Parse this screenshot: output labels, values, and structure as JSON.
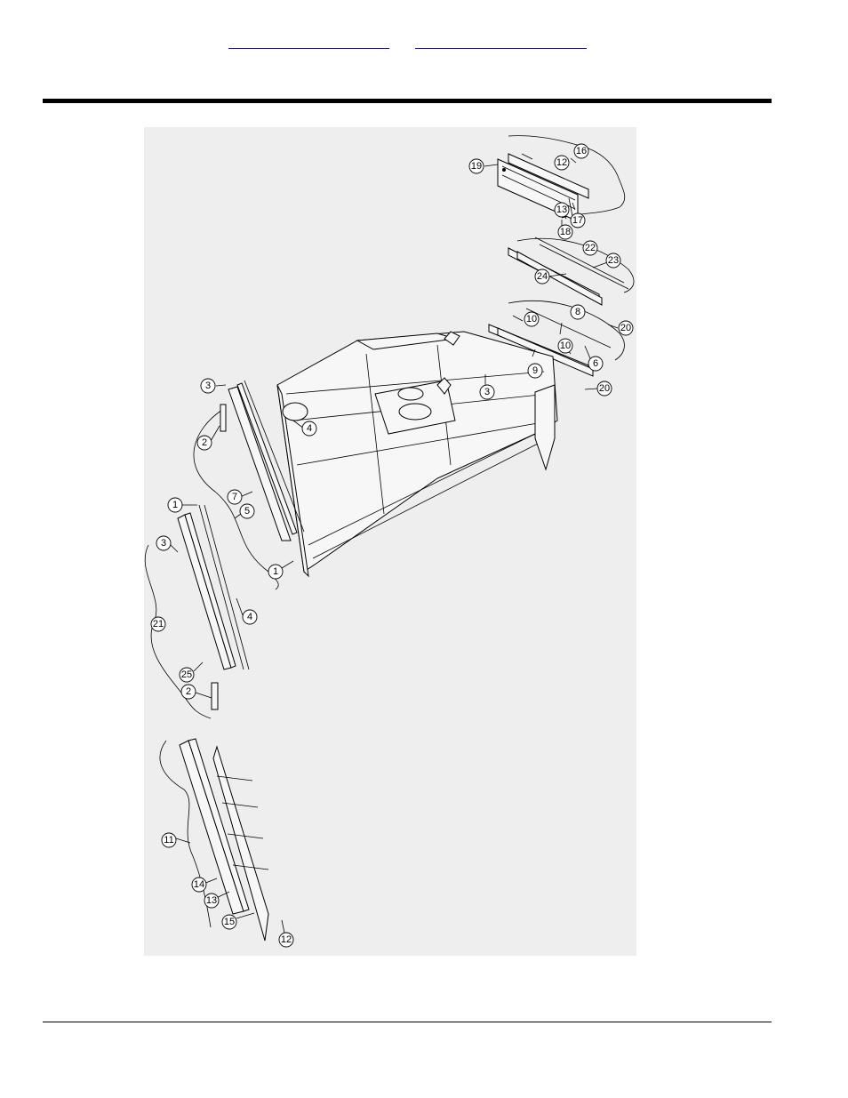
{
  "header": {
    "links": [
      {
        "label": ""
      },
      {
        "label": ""
      }
    ]
  },
  "figure": {
    "callouts": [
      {
        "id": "c1",
        "label": "1"
      },
      {
        "id": "c1b",
        "label": "1"
      },
      {
        "id": "c2",
        "label": "2"
      },
      {
        "id": "c2b",
        "label": "2"
      },
      {
        "id": "c3",
        "label": "3"
      },
      {
        "id": "c3b",
        "label": "3"
      },
      {
        "id": "c3c",
        "label": "3"
      },
      {
        "id": "c4",
        "label": "4"
      },
      {
        "id": "c4b",
        "label": "4"
      },
      {
        "id": "c5",
        "label": "5"
      },
      {
        "id": "c6",
        "label": "6"
      },
      {
        "id": "c7",
        "label": "7"
      },
      {
        "id": "c8",
        "label": "8"
      },
      {
        "id": "c9",
        "label": "9"
      },
      {
        "id": "c10",
        "label": "10"
      },
      {
        "id": "c10b",
        "label": "10"
      },
      {
        "id": "c11",
        "label": "11"
      },
      {
        "id": "c12",
        "label": "12"
      },
      {
        "id": "c12b",
        "label": "12"
      },
      {
        "id": "c13",
        "label": "13"
      },
      {
        "id": "c13b",
        "label": "13"
      },
      {
        "id": "c14",
        "label": "14"
      },
      {
        "id": "c15",
        "label": "15"
      },
      {
        "id": "c16",
        "label": "16"
      },
      {
        "id": "c17",
        "label": "17"
      },
      {
        "id": "c18",
        "label": "18"
      },
      {
        "id": "c19",
        "label": "19"
      },
      {
        "id": "c20",
        "label": "20"
      },
      {
        "id": "c20b",
        "label": "20"
      },
      {
        "id": "c21",
        "label": "21"
      },
      {
        "id": "c22",
        "label": "22"
      },
      {
        "id": "c23",
        "label": "23"
      },
      {
        "id": "c24",
        "label": "24"
      },
      {
        "id": "c25",
        "label": "25"
      }
    ]
  }
}
